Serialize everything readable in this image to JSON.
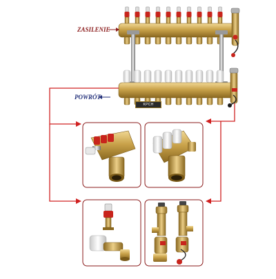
{
  "labels": {
    "supply": "ZASILENIE",
    "return": "POWRÓT",
    "brand": "KPCH"
  },
  "colors": {
    "brass": "#c9a24a",
    "red_accent": "#c8241c",
    "panel_border": "#8a1a1a",
    "arrow_red": "#d02020",
    "return_label": "#23307a",
    "supply_label": "#8a1a1a"
  },
  "manifold": {
    "outlets_per_bar": 10,
    "supply_valve_caps": "red",
    "return_valve_caps": "white"
  },
  "detail_panels": [
    {
      "name": "supply-manifold-closeup"
    },
    {
      "name": "return-manifold-closeup"
    },
    {
      "name": "flow-meter-and-valve-parts"
    },
    {
      "name": "end-fittings-with-vents"
    }
  ]
}
